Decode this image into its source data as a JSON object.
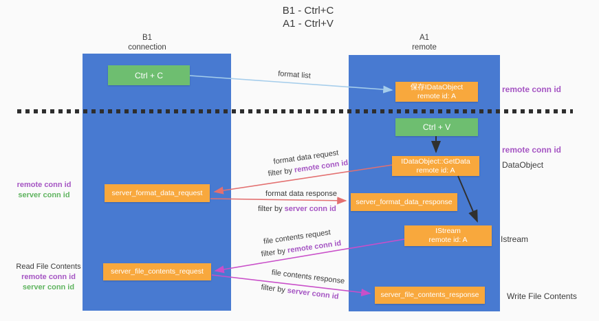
{
  "title": {
    "line1": "B1 - Ctrl+C",
    "line2": "A1 - Ctrl+V"
  },
  "lifelines": {
    "b1": {
      "name": "B1",
      "role": "connection"
    },
    "a1": {
      "name": "A1",
      "role": "remote"
    }
  },
  "boxes": {
    "ctrl_c": {
      "label": "Ctrl + C"
    },
    "save_idataobject": {
      "line1": "保存IDataObject",
      "line2": "remote id: A"
    },
    "ctrl_v": {
      "label": "Ctrl + V"
    },
    "getdata": {
      "line1": "IDataObject::GetData",
      "line2": "remote id: A"
    },
    "format_request": {
      "label": "server_format_data_request"
    },
    "format_response": {
      "label": "server_format_data_response"
    },
    "istream": {
      "line1": "IStream",
      "line2": "remote id: A"
    },
    "file_request": {
      "label": "server_file_contents_request"
    },
    "file_response": {
      "label": "server_file_contents_response"
    }
  },
  "arrow_labels": {
    "format_list": "format list",
    "format_data_request": "format data request",
    "format_data_response": "format data response",
    "file_contents_request": "file contents request",
    "file_contents_response": "file contents response",
    "filter_by": "filter by",
    "remote_conn_id": "remote conn id",
    "server_conn_id": "server conn id"
  },
  "side_labels": {
    "left_mid": {
      "remote": "remote conn id",
      "server": "server conn id"
    },
    "left_bottom": {
      "title": "Read File Contents",
      "remote": "remote conn id",
      "server": "server conn id"
    },
    "right": {
      "conn_id_top": "remote conn id",
      "conn_id_mid": "remote conn id",
      "dataobject": "DataObject",
      "istream": "Istream",
      "write_file": "Write File Contents"
    }
  },
  "colors": {
    "lifeline_blue": "#487ad1",
    "action_green": "#6ebe70",
    "message_orange": "#f8a83d",
    "request_red": "#e37070",
    "request_magenta": "#c94fc9",
    "format_list_blue": "#a5cdeb",
    "remote_conn_purple": "#a555c3",
    "server_conn_green": "#5fb45f",
    "text_dark": "#3a3a3a",
    "dash_black": "#2e2e2e"
  }
}
